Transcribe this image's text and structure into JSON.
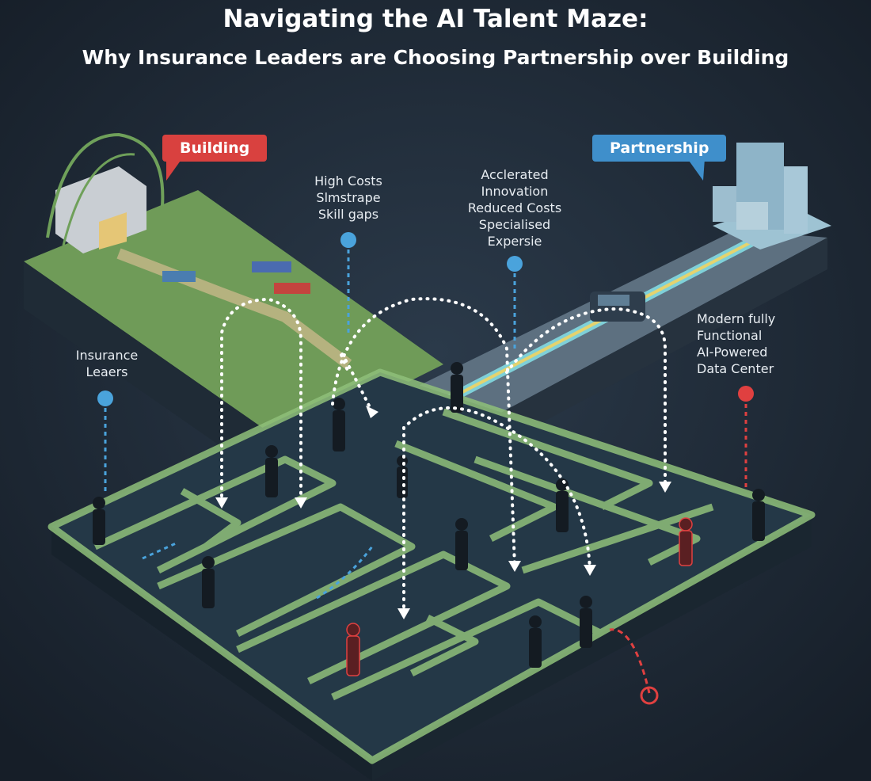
{
  "title": "Navigating the AI Talent Maze:",
  "subtitle": "Why Insurance Leaders are Choosing Partnership over Building",
  "bubbles": {
    "building": {
      "label": "Building",
      "color": "#d9413f"
    },
    "partnership": {
      "label": "Partnership",
      "color": "#3f8fcb"
    }
  },
  "callouts": {
    "building_issues": [
      "High Costs",
      "Slmstrape",
      "Skill gaps"
    ],
    "partnership_benefits": [
      "Acclerated",
      "Innovation",
      "Reduced Costs",
      "Specialised",
      "Expersie"
    ],
    "insurance_leaders": [
      "Insurance",
      "Leaers"
    ],
    "data_center": [
      "Modern fully",
      "Functional",
      "AI-Powered",
      "Data Center"
    ]
  },
  "colors": {
    "background": "#1c2633",
    "maze_path": "#8fc07a",
    "road": "#6f8495",
    "dot_blue": "#4aa3dc",
    "dot_red": "#e04040"
  }
}
